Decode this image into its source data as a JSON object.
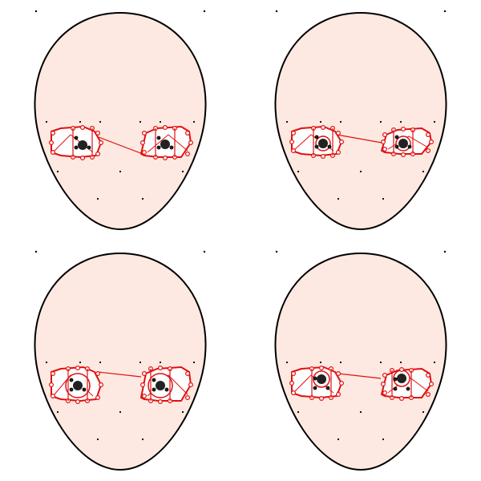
{
  "colors": {
    "skin": "#fde9e1",
    "outline": "#000000",
    "rig": "#e01010",
    "pupil": "#222222"
  },
  "panels": [
    {
      "id": "top-left",
      "gaze": "squint-angled"
    },
    {
      "id": "top-right",
      "gaze": "right"
    },
    {
      "id": "bottom-left",
      "gaze": "neutral-wide"
    },
    {
      "id": "bottom-right",
      "gaze": "up"
    }
  ]
}
